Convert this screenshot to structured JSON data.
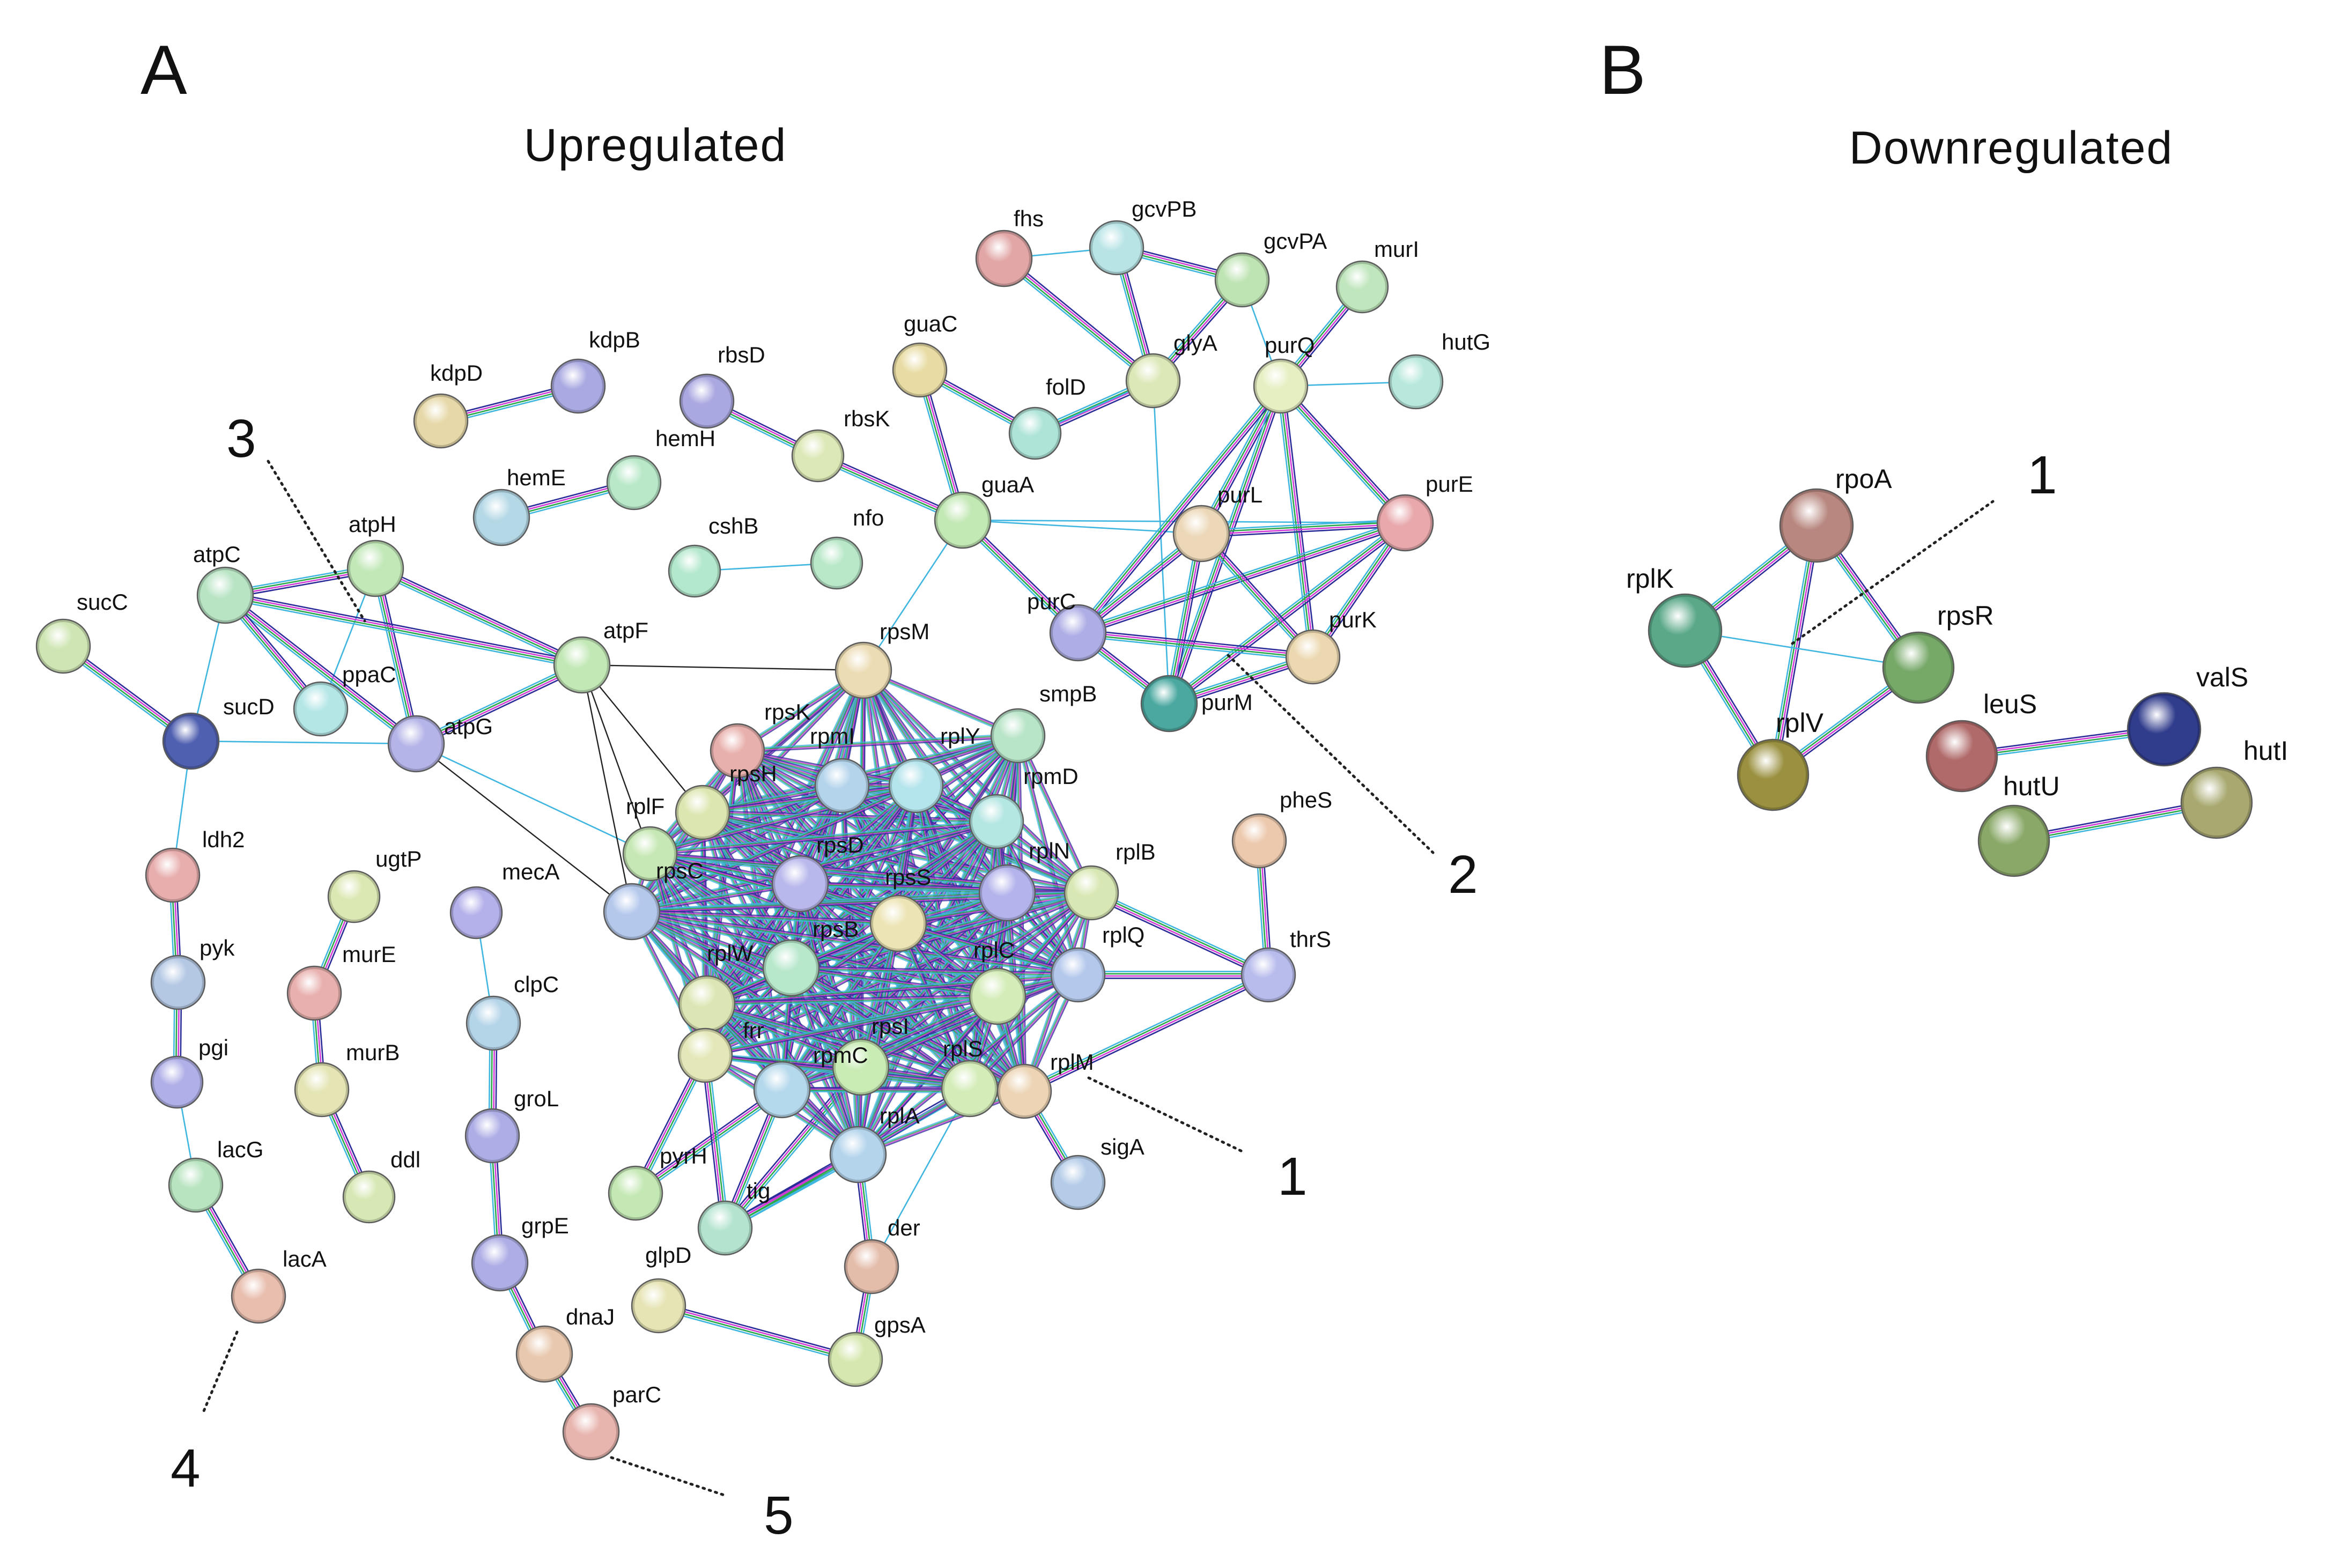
{
  "panels": {
    "A": {
      "letter": "A",
      "title": "Upregulated"
    },
    "B": {
      "letter": "B",
      "title": "Downregulated"
    }
  },
  "cluster_labels": [
    "1",
    "2",
    "3",
    "4",
    "5",
    "1"
  ],
  "edge_colors": [
    "#2b2b9a",
    "#d13ad6",
    "#2aa84a",
    "#3fb6e0",
    "#222222"
  ],
  "nodes": [
    {
      "id": "fhs",
      "color": "#e2a6a6"
    },
    {
      "id": "gcvPB",
      "color": "#b8e4e6"
    },
    {
      "id": "gcvPA",
      "color": "#bfe4b4"
    },
    {
      "id": "murI",
      "color": "#bfe6bc"
    },
    {
      "id": "guaC",
      "color": "#e8dca4"
    },
    {
      "id": "glyA",
      "color": "#dce8b8"
    },
    {
      "id": "purQ",
      "color": "#e6efc2"
    },
    {
      "id": "hutG",
      "color": "#b8e8dc"
    },
    {
      "id": "kdpD",
      "color": "#e6d8a8"
    },
    {
      "id": "kdpB",
      "color": "#aaaae2"
    },
    {
      "id": "rbsD",
      "color": "#aaa8e0"
    },
    {
      "id": "rbsK",
      "color": "#dce8b6"
    },
    {
      "id": "folD",
      "color": "#aee4d8"
    },
    {
      "id": "hemE",
      "color": "#b4d8e6"
    },
    {
      "id": "hemH",
      "color": "#b8e8c8"
    },
    {
      "id": "purE",
      "color": "#e8a8ac"
    },
    {
      "id": "guaA",
      "color": "#c2e8b4"
    },
    {
      "id": "purL",
      "color": "#ecd8b8"
    },
    {
      "id": "nfo",
      "color": "#b8e8c8"
    },
    {
      "id": "cshB",
      "color": "#b4e8cc"
    },
    {
      "id": "atpH",
      "color": "#c2e8b8"
    },
    {
      "id": "atpC",
      "color": "#b8e4c4"
    },
    {
      "id": "sucC",
      "color": "#cfe6b4"
    },
    {
      "id": "purC",
      "color": "#aeaee6"
    },
    {
      "id": "purK",
      "color": "#ecd8b0"
    },
    {
      "id": "rpsM",
      "color": "#ecdcb4"
    },
    {
      "id": "atpF",
      "color": "#c2e8b6"
    },
    {
      "id": "ppaC",
      "color": "#b4e6e6"
    },
    {
      "id": "smpB",
      "color": "#b8e4c8"
    },
    {
      "id": "purM",
      "color": "#4aa8a0"
    },
    {
      "id": "sucD",
      "color": "#5060b0"
    },
    {
      "id": "atpG",
      "color": "#b4b4e8"
    },
    {
      "id": "rpsK",
      "color": "#e8b0ac"
    },
    {
      "id": "rpmI",
      "color": "#b4d4ec"
    },
    {
      "id": "rpsH",
      "color": "#dce6b0"
    },
    {
      "id": "rplY",
      "color": "#b4e4ec"
    },
    {
      "id": "rpmD",
      "color": "#b4e6e2"
    },
    {
      "id": "rplF",
      "color": "#c6e8b4"
    },
    {
      "id": "pheS",
      "color": "#ecc8ac"
    },
    {
      "id": "ldh2",
      "color": "#e8aeae"
    },
    {
      "id": "ugtP",
      "color": "#dce8b4"
    },
    {
      "id": "rpsD",
      "color": "#b8b8ec"
    },
    {
      "id": "rplN",
      "color": "#b4b4ec"
    },
    {
      "id": "rplB",
      "color": "#d8e8b4"
    },
    {
      "id": "mecA",
      "color": "#b4b0ea"
    },
    {
      "id": "rpsC",
      "color": "#b4c8ec"
    },
    {
      "id": "rpsS",
      "color": "#ece4b4"
    },
    {
      "id": "murE",
      "color": "#e8b0ae"
    },
    {
      "id": "rpsB",
      "color": "#b8e8cc"
    },
    {
      "id": "rplQ",
      "color": "#b4c8ec"
    },
    {
      "id": "thrS",
      "color": "#b8bcec"
    },
    {
      "id": "pyk",
      "color": "#b4c8e4"
    },
    {
      "id": "clpC",
      "color": "#b4d4e8"
    },
    {
      "id": "rplW",
      "color": "#dce6b4"
    },
    {
      "id": "rplC",
      "color": "#d4ecb8"
    },
    {
      "id": "murB",
      "color": "#e4e4b4"
    },
    {
      "id": "pgi",
      "color": "#b0b0e8"
    },
    {
      "id": "rpsI",
      "color": "#c8ecb4"
    },
    {
      "id": "frr",
      "color": "#e4e8b8"
    },
    {
      "id": "rpmC",
      "color": "#b4d8ec"
    },
    {
      "id": "rplS",
      "color": "#d4ecb8"
    },
    {
      "id": "rplM",
      "color": "#ecd4b4"
    },
    {
      "id": "groL",
      "color": "#aeaee6"
    },
    {
      "id": "rplA",
      "color": "#b4d4ec"
    },
    {
      "id": "ddl",
      "color": "#d6e8b4"
    },
    {
      "id": "lacG",
      "color": "#b8e4c0"
    },
    {
      "id": "pyrH",
      "color": "#c4e8b4"
    },
    {
      "id": "sigA",
      "color": "#b4cce8"
    },
    {
      "id": "tig",
      "color": "#b4e4d0"
    },
    {
      "id": "grpE",
      "color": "#aeaee6"
    },
    {
      "id": "der",
      "color": "#e4bcaa"
    },
    {
      "id": "lacA",
      "color": "#e8beae"
    },
    {
      "id": "glpD",
      "color": "#e6e4b4"
    },
    {
      "id": "dnaJ",
      "color": "#e8c8ae"
    },
    {
      "id": "gpsA",
      "color": "#d6e8b0"
    },
    {
      "id": "parC",
      "color": "#e8b4ae"
    },
    {
      "id": "rpoA",
      "color": "#b88880"
    },
    {
      "id": "rplK",
      "color": "#5aa888"
    },
    {
      "id": "rpsR",
      "color": "#76a868"
    },
    {
      "id": "rplV",
      "color": "#9a9040"
    },
    {
      "id": "leuS",
      "color": "#b06a6a"
    },
    {
      "id": "valS",
      "color": "#303c8c"
    },
    {
      "id": "hutU",
      "color": "#8aa868"
    },
    {
      "id": "hutI",
      "color": "#a8a870"
    }
  ]
}
